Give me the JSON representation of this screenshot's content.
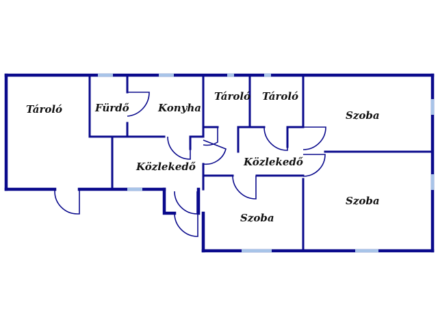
{
  "colors": {
    "wall": "#0a0a8c",
    "window": "#a8c4e8",
    "background": "#ffffff",
    "label": "#111111"
  },
  "rooms": [
    {
      "id": "tarolo-left",
      "label": "Tároló"
    },
    {
      "id": "furdo",
      "label": "Fürdő"
    },
    {
      "id": "konyha",
      "label": "Konyha"
    },
    {
      "id": "tarolo-mid1",
      "label": "Tároló"
    },
    {
      "id": "tarolo-mid2",
      "label": "Tároló"
    },
    {
      "id": "szoba-top-right",
      "label": "Szoba"
    },
    {
      "id": "kozlekedo-left",
      "label": "Közlekedő"
    },
    {
      "id": "kozlekedo-right",
      "label": "Közlekedő"
    },
    {
      "id": "szoba-bottom-right",
      "label": "Szoba"
    },
    {
      "id": "szoba-bottom-mid",
      "label": "Szoba"
    }
  ]
}
